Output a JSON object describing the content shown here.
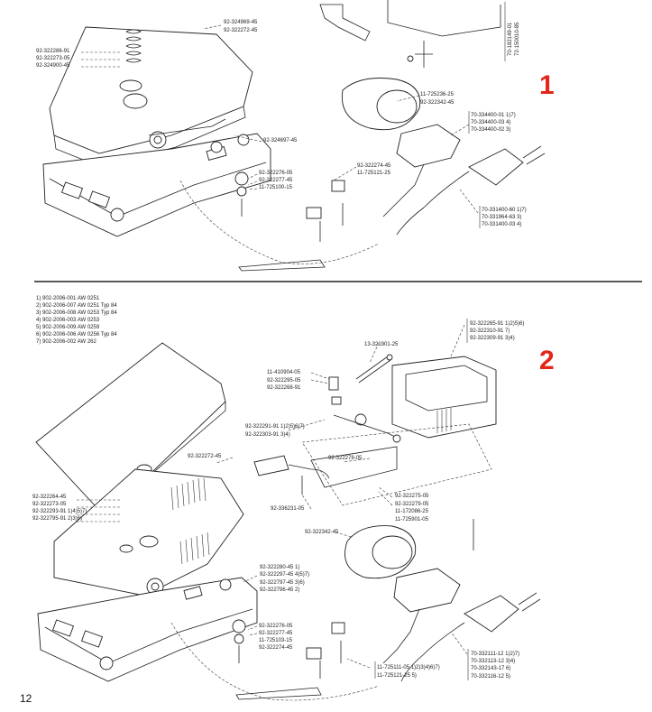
{
  "page_number": "12",
  "sections": [
    {
      "label": "1"
    },
    {
      "label": "2"
    }
  ],
  "side_labels": [
    "70-182149-01",
    "72-150010-85"
  ],
  "sec1": {
    "lbl_a": "92-324969-45",
    "lbl_b": "92-322272-45",
    "lbl_c": "92-322286-91",
    "lbl_d": "92-322273-05",
    "lbl_e": "92-324900-45",
    "lbl_f": "11-725236-25",
    "lbl_g": "92-322342-45",
    "lbl_h": "70-334400-01 1)7)",
    "lbl_i": "70-334400-03 4)",
    "lbl_j": "70-334400-02 3)",
    "lbl_k": "92-324697-45",
    "lbl_l": "92-322274-45",
    "lbl_m": "11-725121-25",
    "lbl_n": "92-322276-05",
    "lbl_o": "92-322277-45",
    "lbl_p": "11-725100-15",
    "lbl_q": "70-331400-60 1)7)",
    "lbl_r": "70-331964-63 3)",
    "lbl_s": "70-331400-03 4)"
  },
  "models": [
    "1) 902-2006-001 AW 0251",
    "2) 902-2006-007 AW 0251 Typ 84",
    "3) 902-2006-008 AW 0253 Typ 84",
    "4) 902-2006-003 AW 0253",
    "5) 902-2006-009 AW 0259",
    "6) 902-2006-006 AW 0256 Typ 84",
    "7) 902-2006-002 AW 262"
  ],
  "sec2": {
    "lbl_a": "92-322265-91 1)2)5)6)",
    "lbl_b": "92-322310-91 7)",
    "lbl_c": "92-322309-91 3)4)",
    "lbl_d": "13-321901-25",
    "lbl_e": "11-410904-05",
    "lbl_f": "92-322295-05",
    "lbl_g": "92-322268-91",
    "lbl_h": "92-322291-91 1)2)5)6)7)",
    "lbl_i": "92-322303-91 3)4)",
    "lbl_j": "92-322272-45",
    "lbl_k": "92-322278-05",
    "lbl_l": "92-322264-45",
    "lbl_m": "92-322273-05",
    "lbl_n": "92-322293-91 1)4)5)7)",
    "lbl_o": "92-322795-91 2)3)6)",
    "lbl_p": "92-336231-05",
    "lbl_q": "92-322275-05",
    "lbl_r": "92-322279-05",
    "lbl_s": "11-172086-25",
    "lbl_t": "11-725901-05",
    "lbl_u": "92-322342-45",
    "lbl_v": "92-322280-45 1)",
    "lbl_w": "92-322297-45 4)5)7)",
    "lbl_x": "92-322797-45 3)6)",
    "lbl_y": "92-322796-45 2)",
    "lbl_z": "92-322276-05",
    "lbl_aa": "92-322277-45",
    "lbl_ab": "11-725103-15",
    "lbl_ac": "92-322274-45",
    "lbl_ad": "11-725111-05 1)2)3)4)6)7)",
    "lbl_ae": "11-725121-25 5)",
    "lbl_af": "70-332111-12 1)2)7)",
    "lbl_ag": "70-332113-12 3)4)",
    "lbl_ah": "70-332143-17 6)",
    "lbl_ai": "70-332116-12 5)"
  }
}
